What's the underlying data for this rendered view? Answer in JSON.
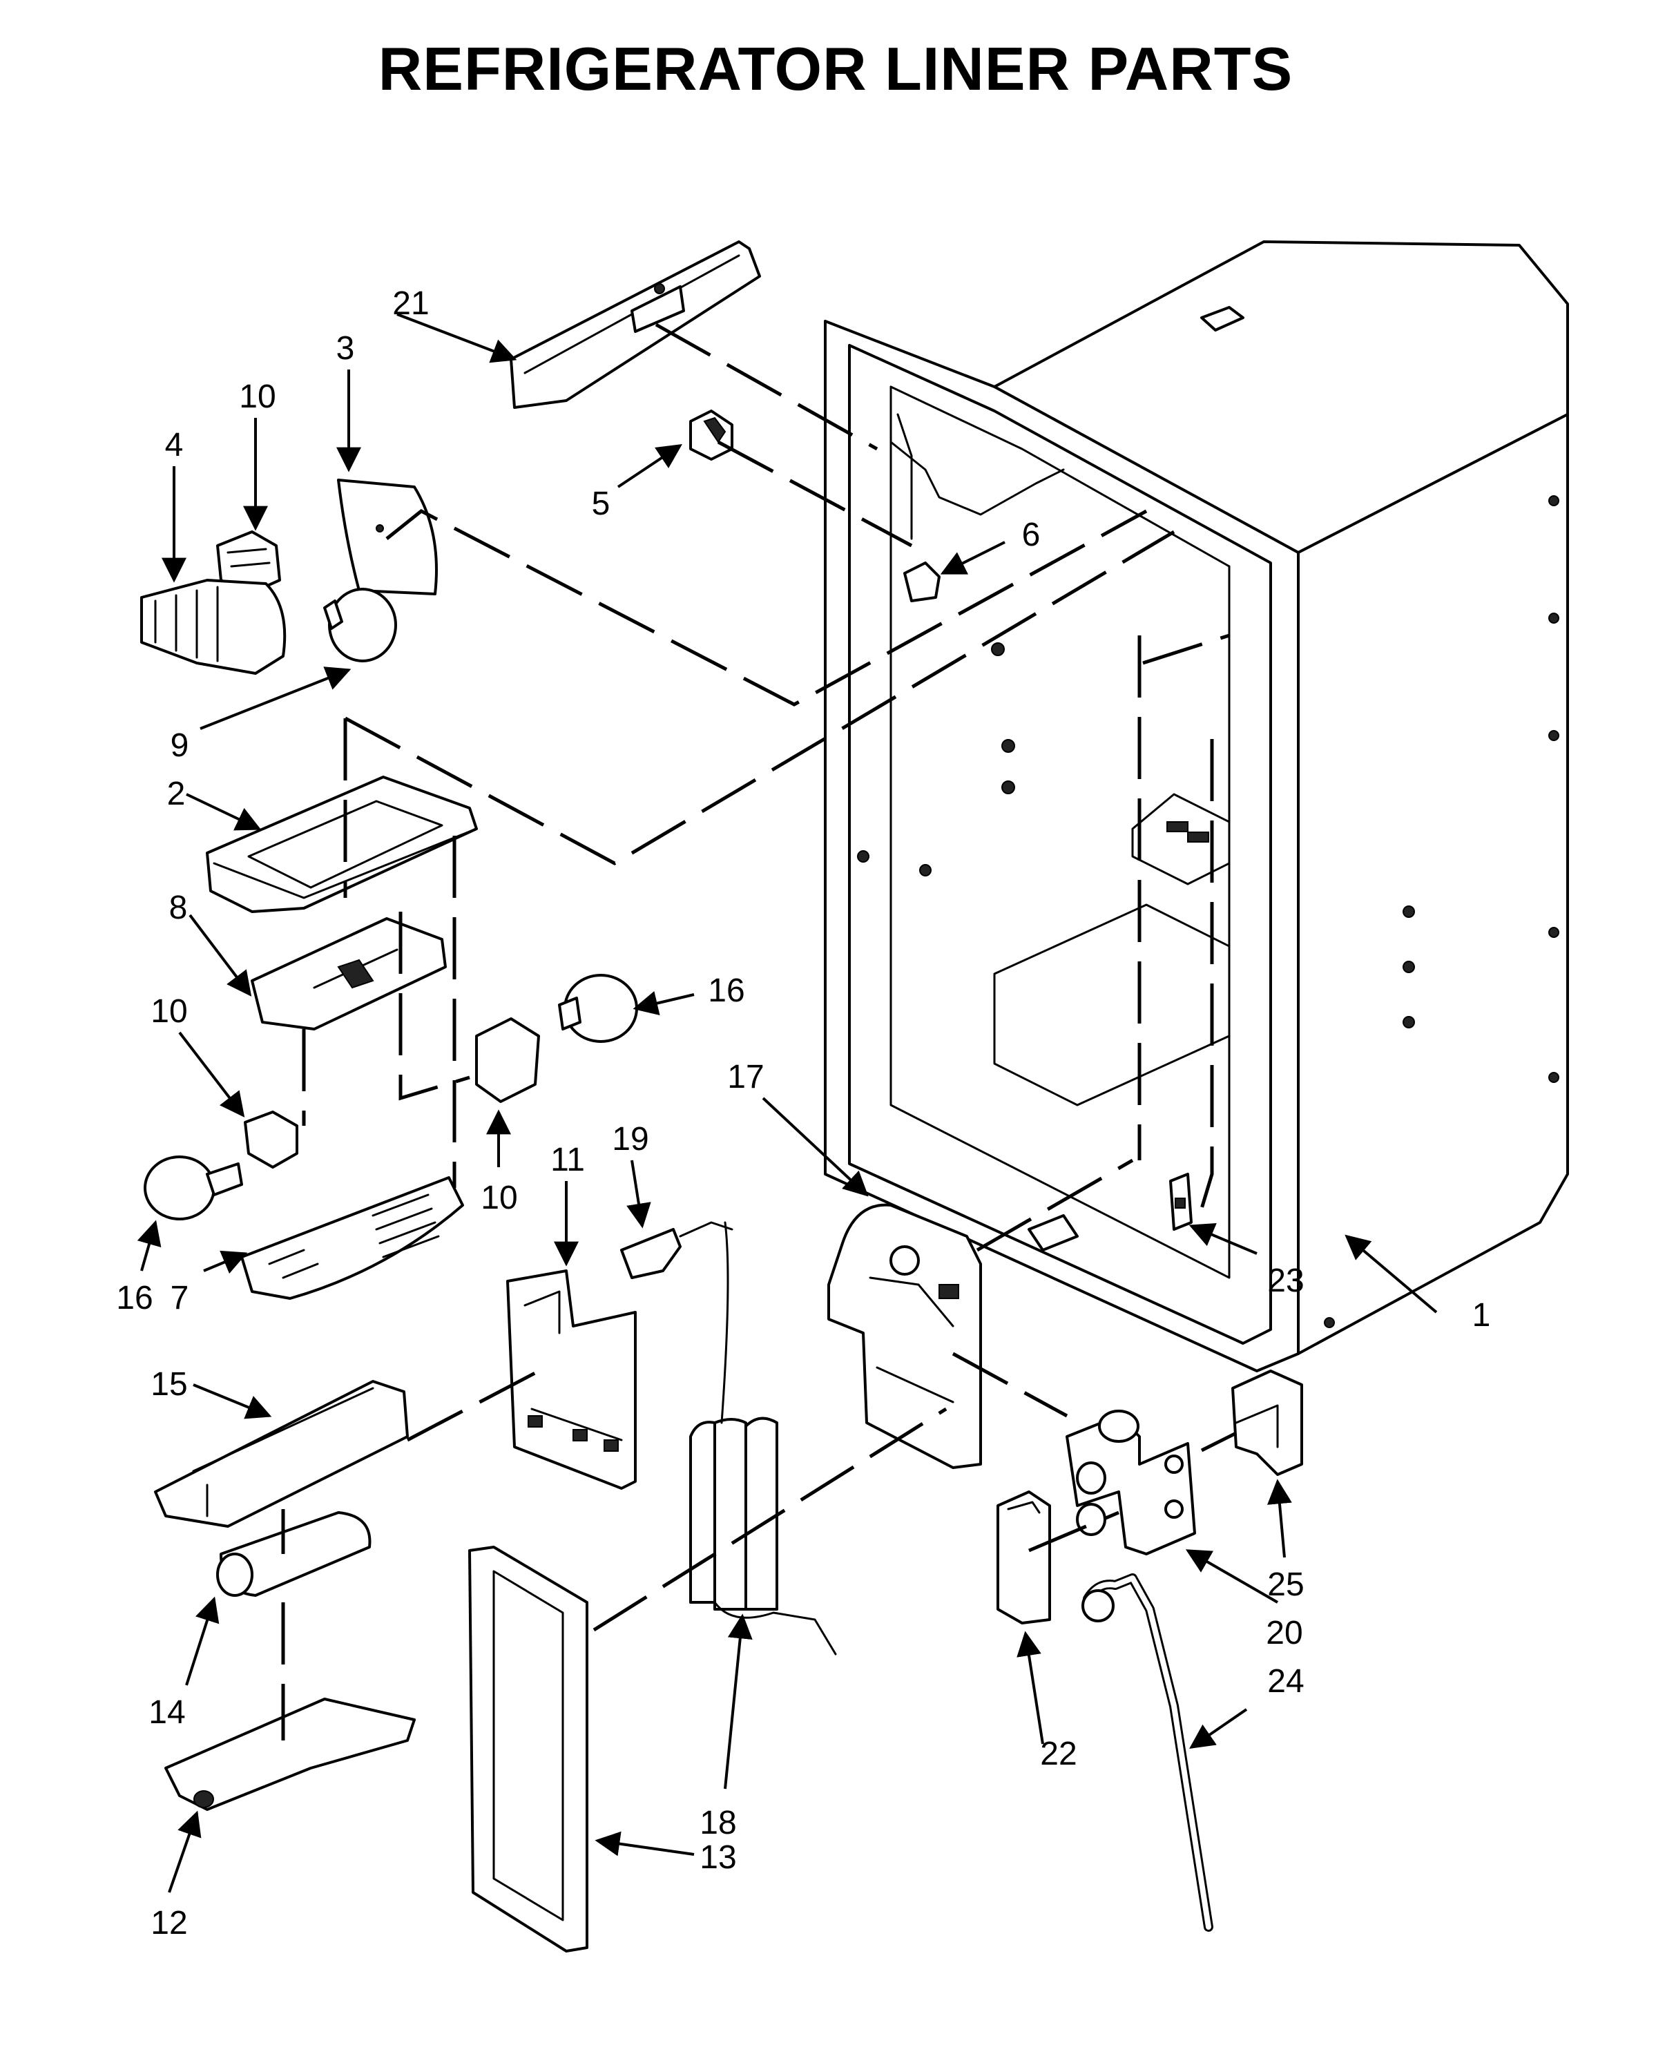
{
  "title": "REFRIGERATOR LINER PARTS",
  "callouts": {
    "c1": "1",
    "c2": "2",
    "c3": "3",
    "c4": "4",
    "c5": "5",
    "c6": "6",
    "c7": "7",
    "c8": "8",
    "c9": "9",
    "c10a": "10",
    "c10b": "10",
    "c10c": "10",
    "c11": "11",
    "c12": "12",
    "c13": "13",
    "c14": "14",
    "c15": "15",
    "c16a": "16",
    "c16b": "16",
    "c17": "17",
    "c18": "18",
    "c19": "19",
    "c20": "20",
    "c21": "21",
    "c22": "22",
    "c23": "23",
    "c24": "24",
    "c25": "25"
  }
}
